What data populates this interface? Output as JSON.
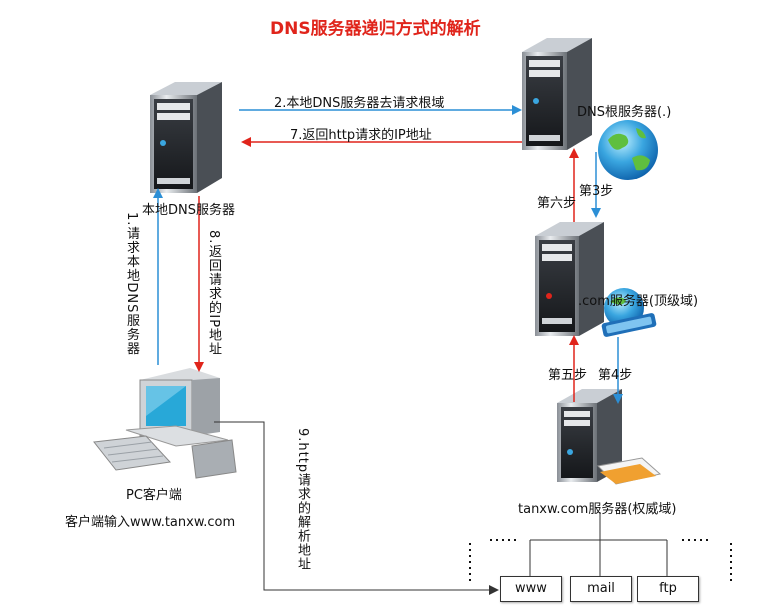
{
  "title": "DNS服务器递归方式的解析",
  "nodes": {
    "local_dns": "本地DNS服务器",
    "root_dns": "DNS根服务器(.)",
    "com_dns": ".com服务器(顶级域)",
    "auth_dns": "tanxw.com服务器(权威域)",
    "pc": "PC客户端",
    "pc_input": "客户端输入www.tanxw.com"
  },
  "steps": {
    "s1": "1.请求本地DNS服务器",
    "s2": "2.本地DNS服务器去请求根域",
    "s3": "第3步",
    "s4": "第4步",
    "s5": "第五步",
    "s6": "第六步",
    "s7": "7.返回http请求的IP地址",
    "s8": "8.返回请求的IP地址",
    "s9": "9.http请求的解析地址"
  },
  "hosts": [
    "www",
    "mail",
    "ftp"
  ],
  "colors": {
    "title": "#e0241b",
    "request_arrow": "#2c8fd6",
    "response_arrow": "#e0241b",
    "line": "#333333"
  }
}
